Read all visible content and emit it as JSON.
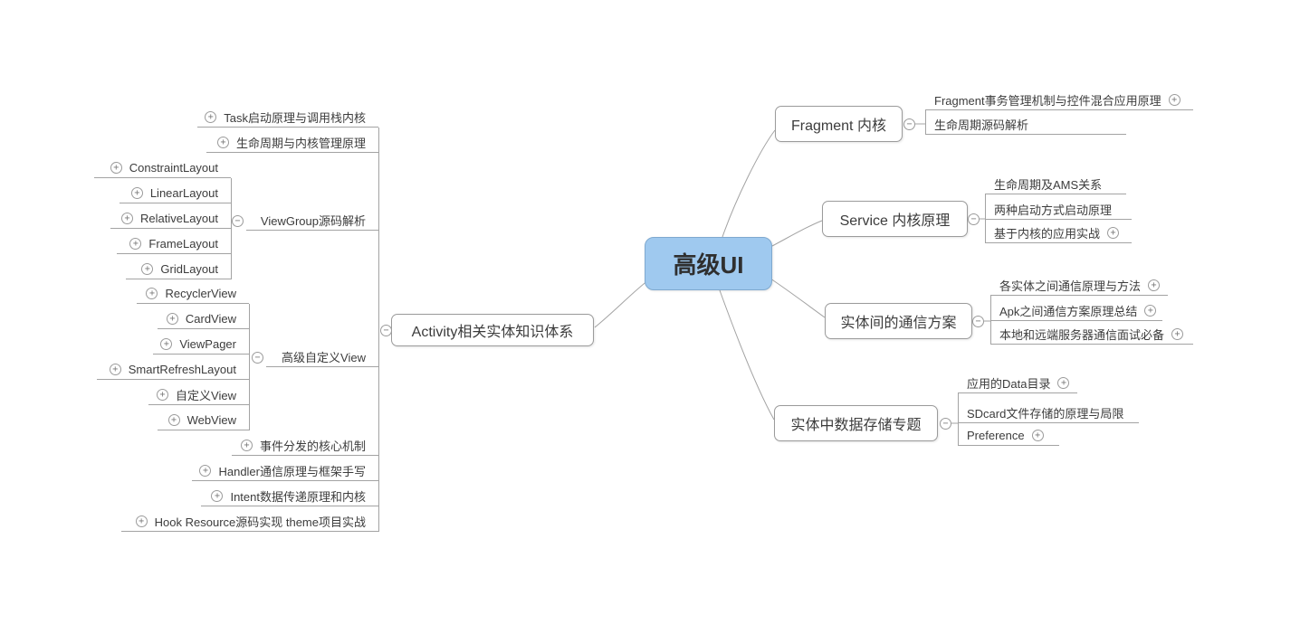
{
  "icons": {
    "plus": "+",
    "minus": "−"
  },
  "colors": {
    "root_fill": "#9fc9ef",
    "root_border": "#7fa9cf",
    "box_border": "#9b9b9b",
    "connector_line": "#a3a3a3",
    "text": "#3c3c3c"
  },
  "root": {
    "label": "高级UI"
  },
  "branches": {
    "activity": {
      "label": "Activity相关实体知识体系",
      "children": {
        "task": {
          "label": "Task启动原理与调用栈内核"
        },
        "lifecycle": {
          "label": "生命周期与内核管理原理"
        },
        "viewgroup": {
          "label": "ViewGroup源码解析",
          "children": {
            "constraint": {
              "label": "ConstraintLayout"
            },
            "linear": {
              "label": "LinearLayout"
            },
            "relative": {
              "label": "RelativeLayout"
            },
            "frame": {
              "label": "FrameLayout"
            },
            "grid": {
              "label": "GridLayout"
            }
          }
        },
        "customview": {
          "label": "高级自定义View",
          "children": {
            "recycler": {
              "label": "RecyclerView"
            },
            "card": {
              "label": "CardView"
            },
            "viewpager": {
              "label": "ViewPager"
            },
            "smartrefresh": {
              "label": "SmartRefreshLayout"
            },
            "custom": {
              "label": "自定义View"
            },
            "webview": {
              "label": "WebView"
            }
          }
        },
        "event": {
          "label": "事件分发的核心机制"
        },
        "handler": {
          "label": "Handler通信原理与框架手写"
        },
        "intent": {
          "label": "Intent数据传递原理和内核"
        },
        "hook": {
          "label": "Hook Resource源码实现 theme项目实战"
        }
      }
    },
    "fragment": {
      "label": "Fragment 内核",
      "children": {
        "transaction": {
          "label": "Fragment事务管理机制与控件混合应用原理"
        },
        "lifecycle_source": {
          "label": "生命周期源码解析"
        }
      }
    },
    "service": {
      "label": "Service 内核原理",
      "children": {
        "lifecycle_ams": {
          "label": "生命周期及AMS关系"
        },
        "two_start": {
          "label": "两种启动方式启动原理"
        },
        "kernel_practice": {
          "label": "基于内核的应用实战"
        }
      }
    },
    "communication": {
      "label": "实体间的通信方案",
      "children": {
        "entity_comm": {
          "label": "各实体之间通信原理与方法"
        },
        "apk_comm": {
          "label": "Apk之间通信方案原理总结"
        },
        "remote_comm": {
          "label": "本地和远端服务器通信面试必备"
        }
      }
    },
    "storage": {
      "label": "实体中数据存储专题",
      "children": {
        "data_dir": {
          "label": "应用的Data目录"
        },
        "sdcard": {
          "label": "SDcard文件存储的原理与局限"
        },
        "preference": {
          "label": "Preference"
        }
      }
    }
  }
}
